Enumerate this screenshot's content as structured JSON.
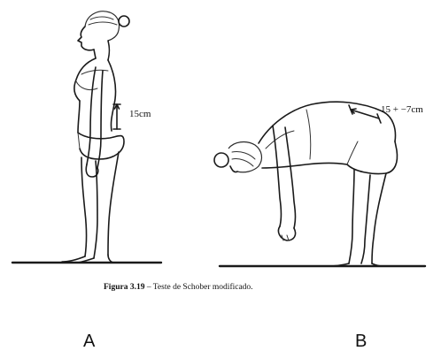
{
  "figure_a": {
    "measurement": "15cm"
  },
  "figure_b": {
    "measurement": "15 + −7cm"
  },
  "caption": {
    "label": "Figura 3.19",
    "text": " – Teste de Schober modificado."
  },
  "panel_labels": {
    "a": "A",
    "b": "B"
  }
}
